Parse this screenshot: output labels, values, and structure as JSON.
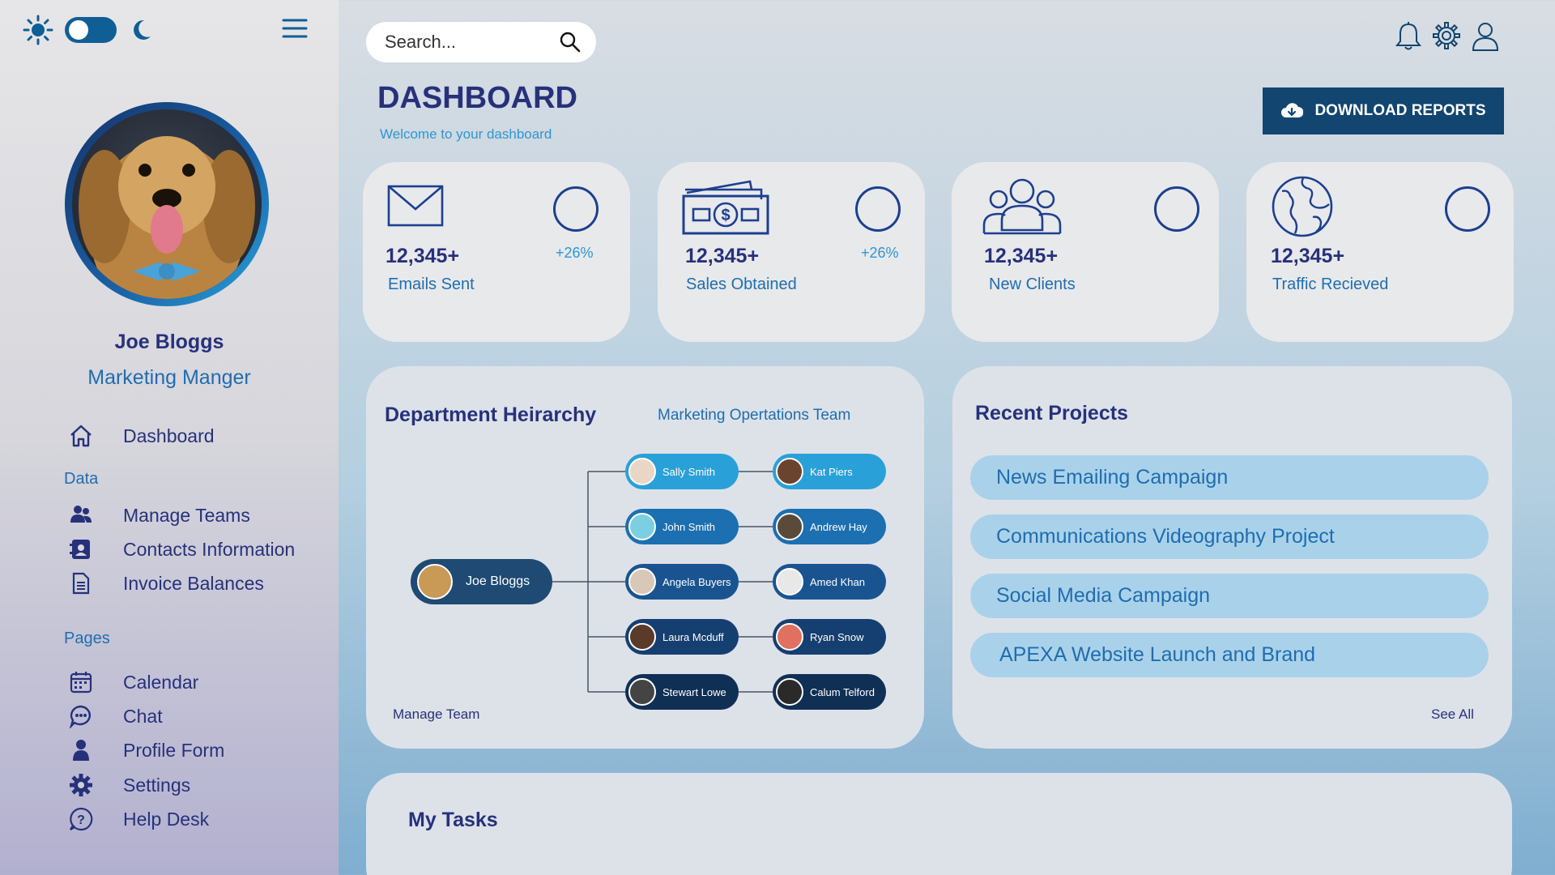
{
  "user": {
    "name": "Joe Bloggs",
    "role": "Marketing Manger"
  },
  "nav": {
    "dashboard": "Dashboard",
    "section_data": "Data",
    "manage_teams": "Manage Teams",
    "contacts": "Contacts Information",
    "invoices": "Invoice Balances",
    "section_pages": "Pages",
    "calendar": "Calendar",
    "chat": "Chat",
    "profile_form": "Profile Form",
    "settings": "Settings",
    "help_desk": "Help Desk"
  },
  "search": {
    "placeholder": "Search..."
  },
  "header": {
    "title": "DASHBOARD",
    "subtitle": "Welcome to your dashboard",
    "download_label": "DOWNLOAD REPORTS"
  },
  "stats": [
    {
      "value": "12,345+",
      "label": "Emails Sent",
      "change": "+26%",
      "icon": "envelope-icon"
    },
    {
      "value": "12,345+",
      "label": "Sales Obtained",
      "change": "+26%",
      "icon": "money-icon"
    },
    {
      "value": "12,345+",
      "label": "New Clients",
      "change": "",
      "icon": "users-icon"
    },
    {
      "value": "12,345+",
      "label": "Traffic Recieved",
      "change": "",
      "icon": "globe-icon"
    }
  ],
  "hierarchy": {
    "title": "Department Heirarchy",
    "team": "Marketing Opertations Team",
    "root": "Joe Bloggs",
    "left": [
      "Sally Smith",
      "John Smith",
      "Angela Buyers",
      "Laura Mcduff",
      "Stewart Lowe"
    ],
    "right": [
      "Kat Piers",
      "Andrew Hay",
      "Amed Khan",
      "Ryan Snow",
      "Calum Telford"
    ],
    "manage_label": "Manage Team"
  },
  "projects": {
    "title": "Recent Projects",
    "items": [
      "News Emailing Campaign",
      "Communications Videography Project",
      "Social Media Campaign",
      "APEXA Website Launch and Brand"
    ],
    "see_all": "See All"
  },
  "tasks": {
    "title": "My Tasks"
  },
  "colors": {
    "navy": "#27317a",
    "accent_blue": "#1f6db0",
    "light_blue": "#2e96d4",
    "button": "#12456f",
    "project_pill": "#a9d2ea"
  }
}
